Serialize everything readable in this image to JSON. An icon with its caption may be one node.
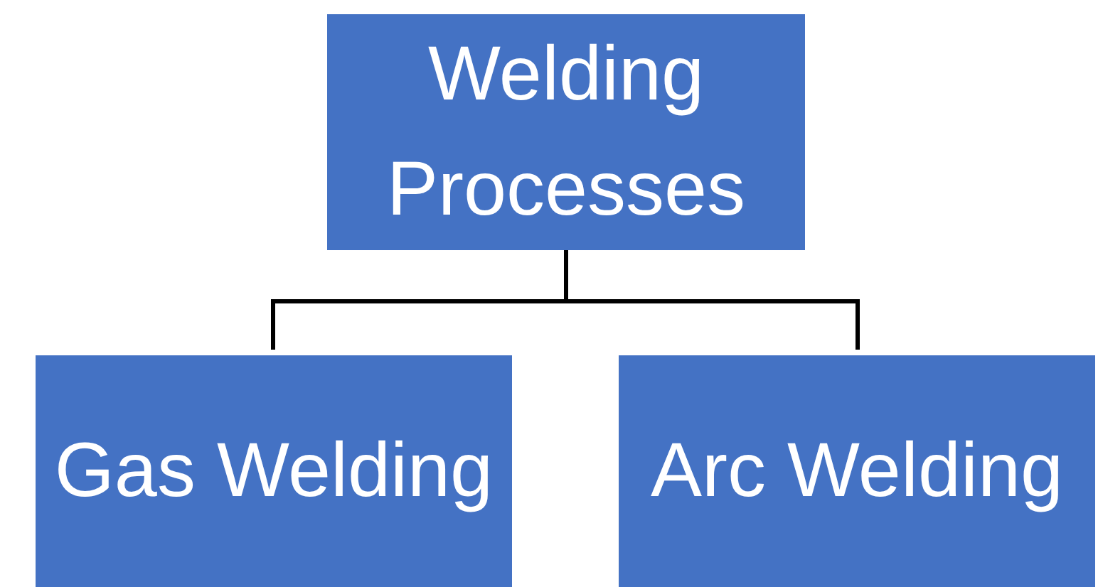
{
  "diagram": {
    "nodes": [
      {
        "text": [
          "Welding Processes"
        ]
      },
      {
        "text": [
          "Gas Welding"
        ]
      },
      {
        "text": [
          "Arc Welding"
        ]
      }
    ],
    "edges": [
      {
        "from": 0,
        "to": 1,
        "arrow": "none"
      },
      {
        "from": 0,
        "to": 2,
        "arrow": "none"
      }
    ]
  }
}
